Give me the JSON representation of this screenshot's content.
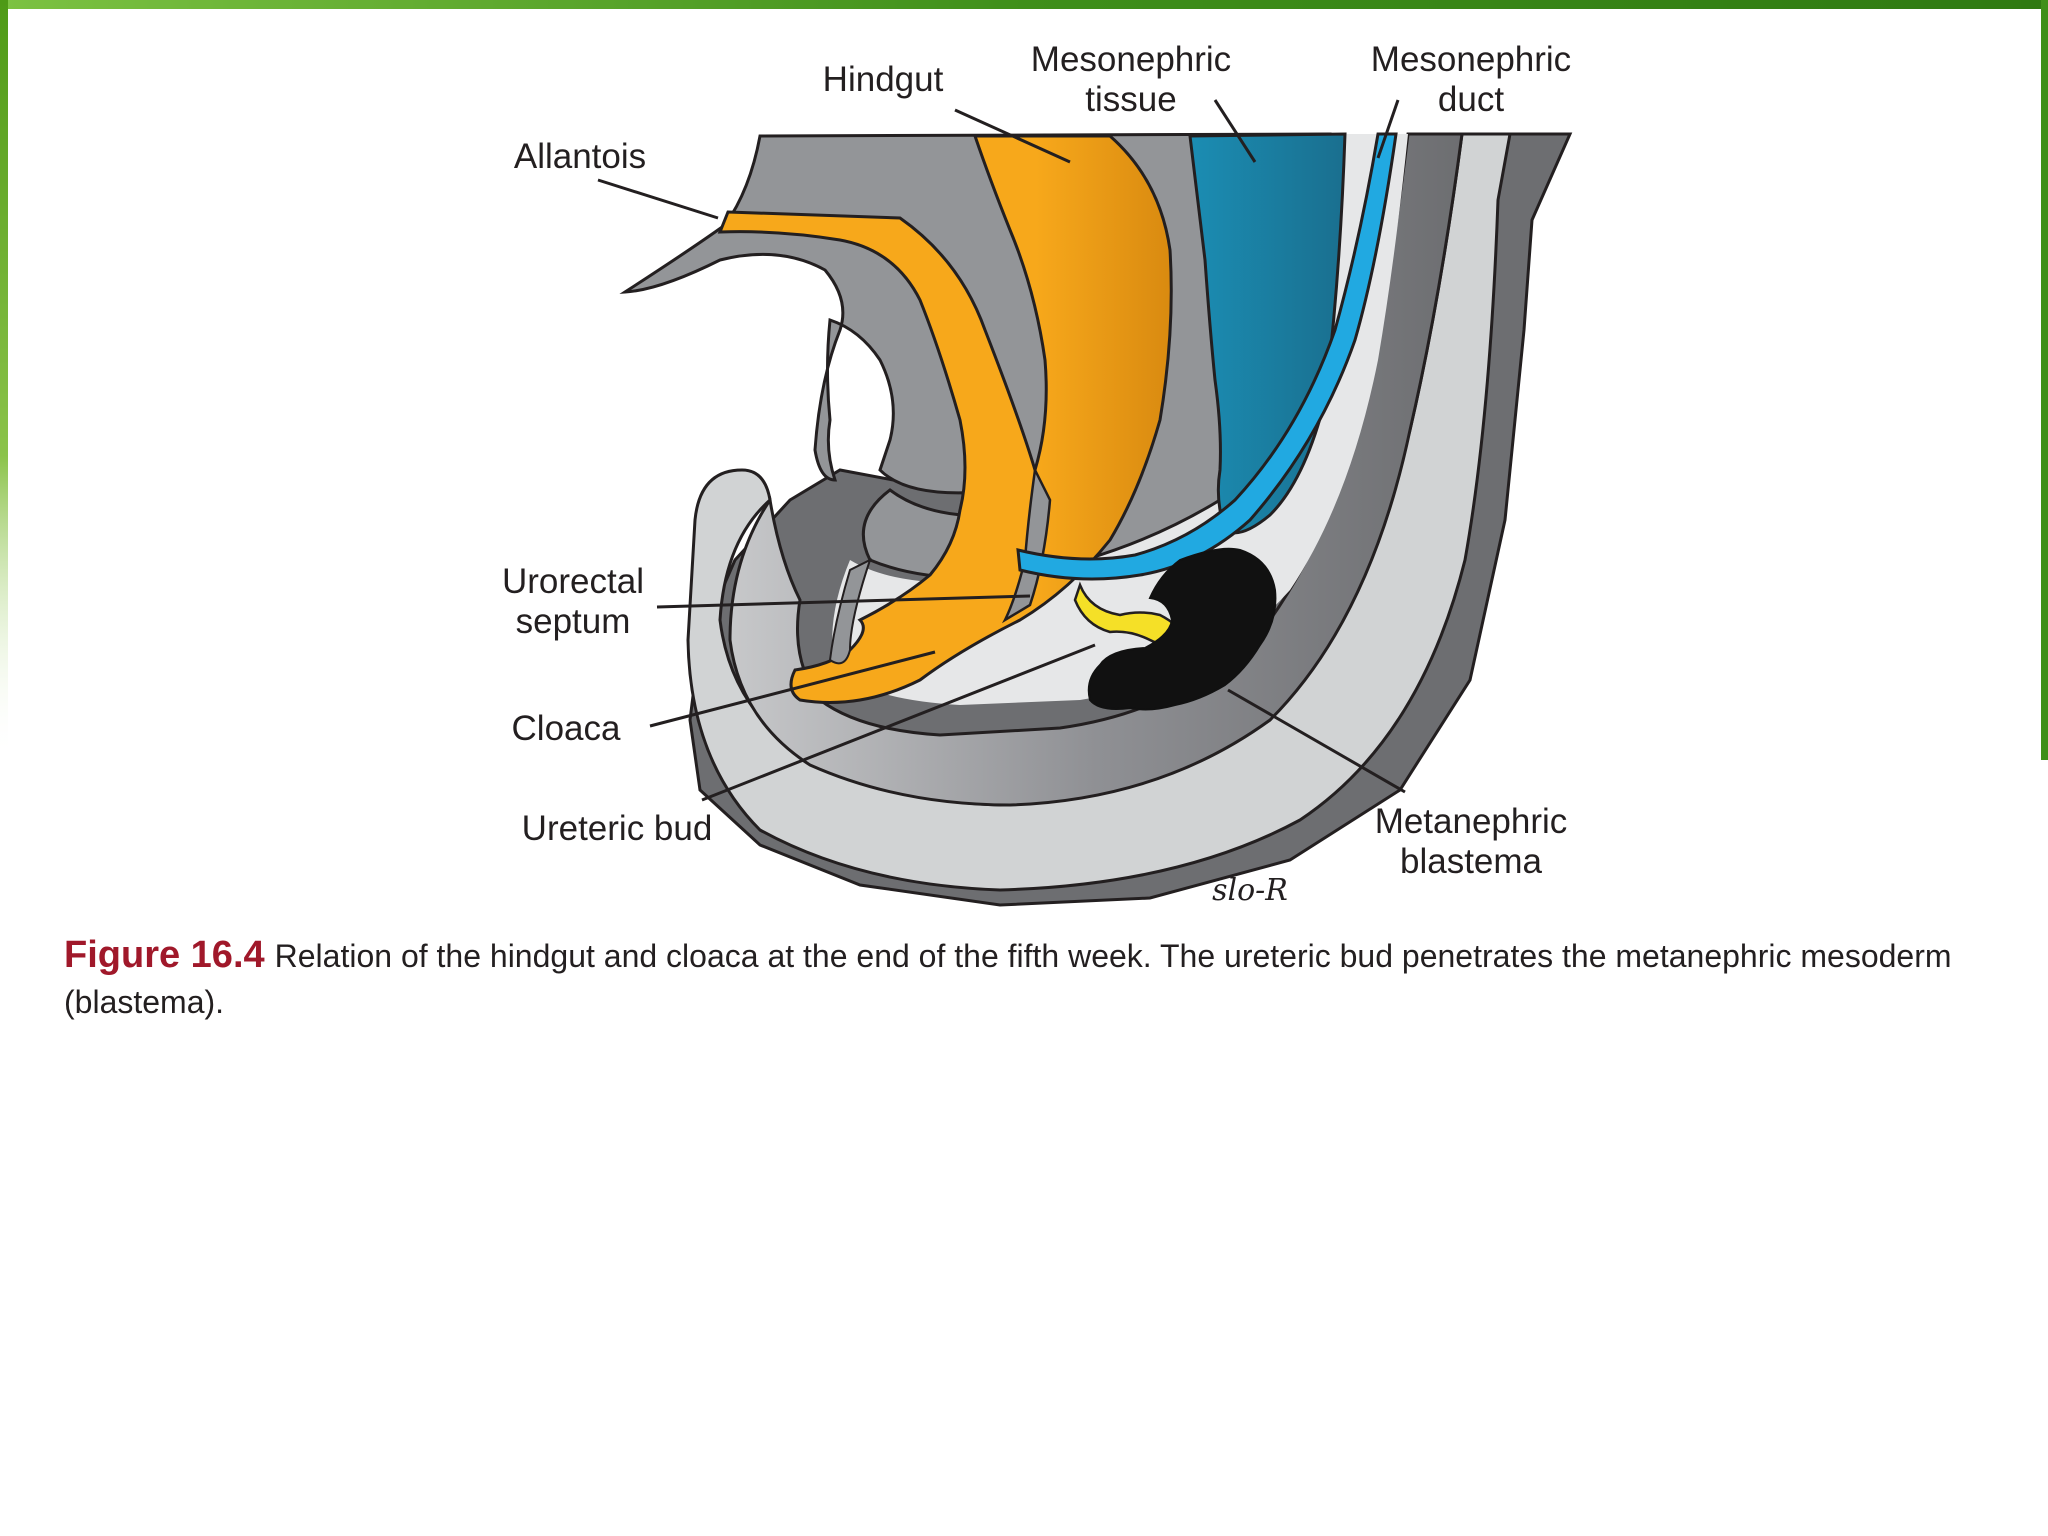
{
  "labels": {
    "hindgut": "Hindgut",
    "mesonephric_tissue_1": "Mesonephric",
    "mesonephric_tissue_2": "tissue",
    "mesonephric_duct_1": "Mesonephric",
    "mesonephric_duct_2": "duct",
    "allantois": "Allantois",
    "urorectal_septum_1": "Urorectal",
    "urorectal_septum_2": "septum",
    "cloaca": "Cloaca",
    "ureteric_bud": "Ureteric bud",
    "metanephric_blastema_1": "Metanephric",
    "metanephric_blastema_2": "blastema"
  },
  "signature": "slo-R",
  "caption": {
    "figure_number": "Figure 16.4",
    "text": "Relation of the hindgut and cloaca at the end of the fifth week. The ureteric bud penetrates the metanephric mesoderm (blastema)."
  },
  "colors": {
    "frame_green": "#4e9a16",
    "outer_gray": "#6d6e71",
    "mid_gray": "#939598",
    "light_gray": "#d1d3d4",
    "pale_gray": "#e6e7e8",
    "hindgut_orange": "#f7a81b",
    "mesonephric_tissue_teal": "#1b8db3",
    "mesonephric_duct_blue": "#21a9e1",
    "ureteric_bud_yellow": "#f5e027",
    "blastema_black": "#111111",
    "figure_number_red": "#a0182a"
  }
}
